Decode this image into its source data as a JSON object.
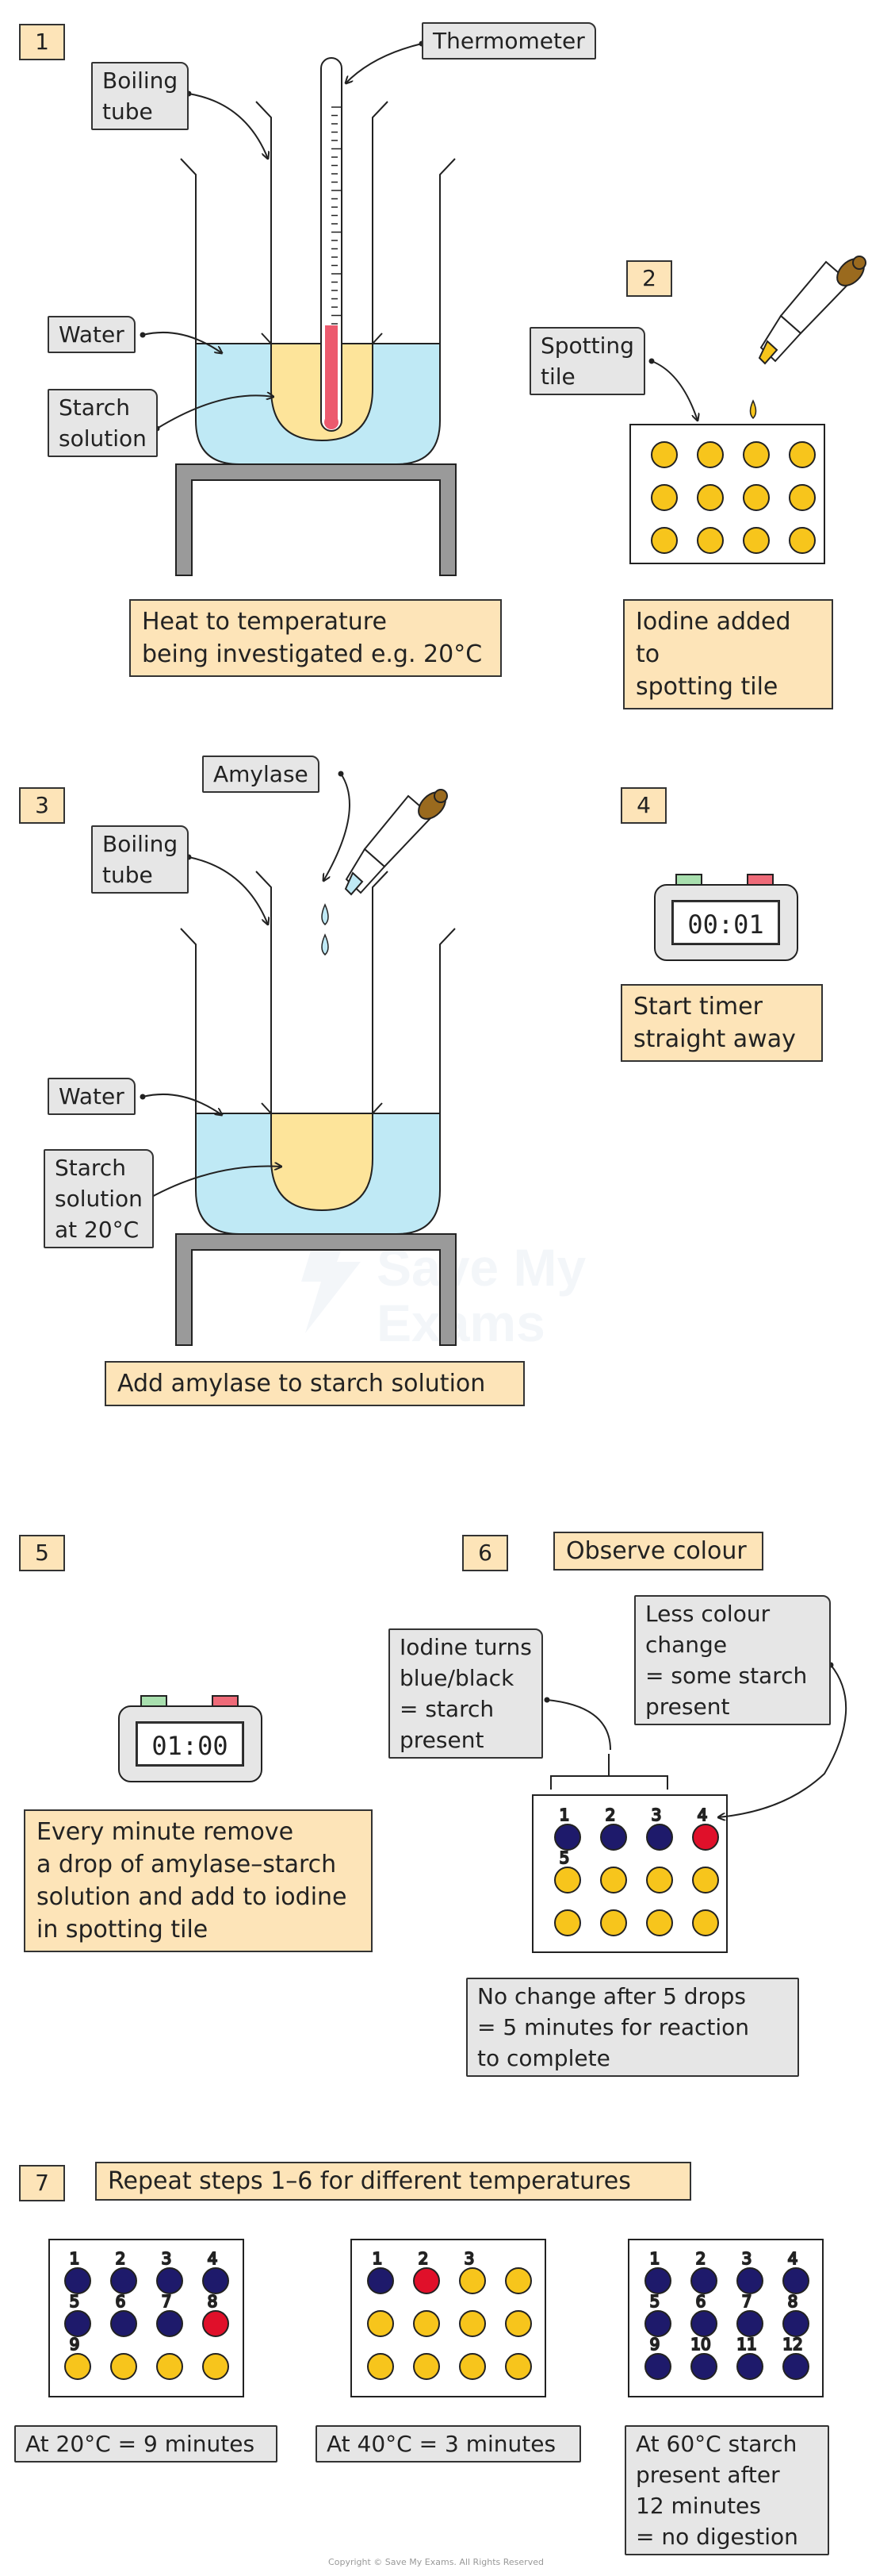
{
  "step_numbers": [
    "1",
    "2",
    "3",
    "4",
    "5",
    "6",
    "7"
  ],
  "step1": {
    "thermometer_label": "Thermometer",
    "boiling_tube_label": [
      "Boiling",
      "tube"
    ],
    "water_label": "Water",
    "starch_label": [
      "Starch",
      "solution"
    ],
    "instruction": [
      "Heat to temperature",
      "being investigated e.g. 20°C"
    ]
  },
  "step2": {
    "spotting_tile_label": [
      "Spotting",
      "tile"
    ],
    "instruction": [
      "Iodine added to",
      "spotting tile"
    ]
  },
  "step3": {
    "amylase_label": "Amylase",
    "boiling_tube_label": [
      "Boiling",
      "tube"
    ],
    "water_label": "Water",
    "starch_label": [
      "Starch",
      "solution",
      "at 20°C"
    ],
    "instruction": "Add amylase to starch solution"
  },
  "step4": {
    "timer": "00:01",
    "instruction": [
      "Start timer",
      "straight away"
    ]
  },
  "step5": {
    "timer": "01:00",
    "instruction": [
      "Every minute remove",
      "a drop of amylase–starch",
      "solution and add to iodine",
      "in spotting tile"
    ]
  },
  "step6": {
    "title": "Observe colour",
    "iodine_label": [
      "Iodine turns",
      "blue/black",
      "= starch",
      "present"
    ],
    "less_colour_label": [
      "Less colour",
      "change",
      "= some starch",
      "present"
    ],
    "spot_numbers": [
      "1",
      "2",
      "3",
      "4",
      "5"
    ],
    "result": [
      "No change after 5 drops",
      "= 5 minutes for reaction",
      "to complete"
    ]
  },
  "step7": {
    "title": "Repeat steps 1–6 for different temperatures",
    "tile_a_numbers": [
      "1",
      "2",
      "3",
      "4",
      "5",
      "6",
      "7",
      "8",
      "9"
    ],
    "tile_b_numbers": [
      "1",
      "2",
      "3"
    ],
    "tile_c_numbers": [
      "1",
      "2",
      "3",
      "4",
      "5",
      "6",
      "7",
      "8",
      "9",
      "10",
      "11",
      "12"
    ],
    "caption_a": "At 20°C = 9 minutes",
    "caption_b": "At 40°C = 3 minutes",
    "caption_c": [
      "At 60°C starch",
      "present after",
      "12 minutes",
      "= no digestion"
    ]
  },
  "watermark": [
    "Save My",
    "Exams"
  ],
  "copyright": "Copyright © Save My Exams. All Rights Reserved",
  "colors": {
    "water": "#bfe9f5",
    "starch": "#fde49a",
    "blue_black": "#1e1a6b",
    "red": "#e0102a",
    "yellow": "#f7c51c",
    "label_grey": "#e6e6e6",
    "label_orange": "#fde4b8",
    "thermometer_red": "#ec5a6e",
    "dropper_brown": "#9a6a1e"
  }
}
